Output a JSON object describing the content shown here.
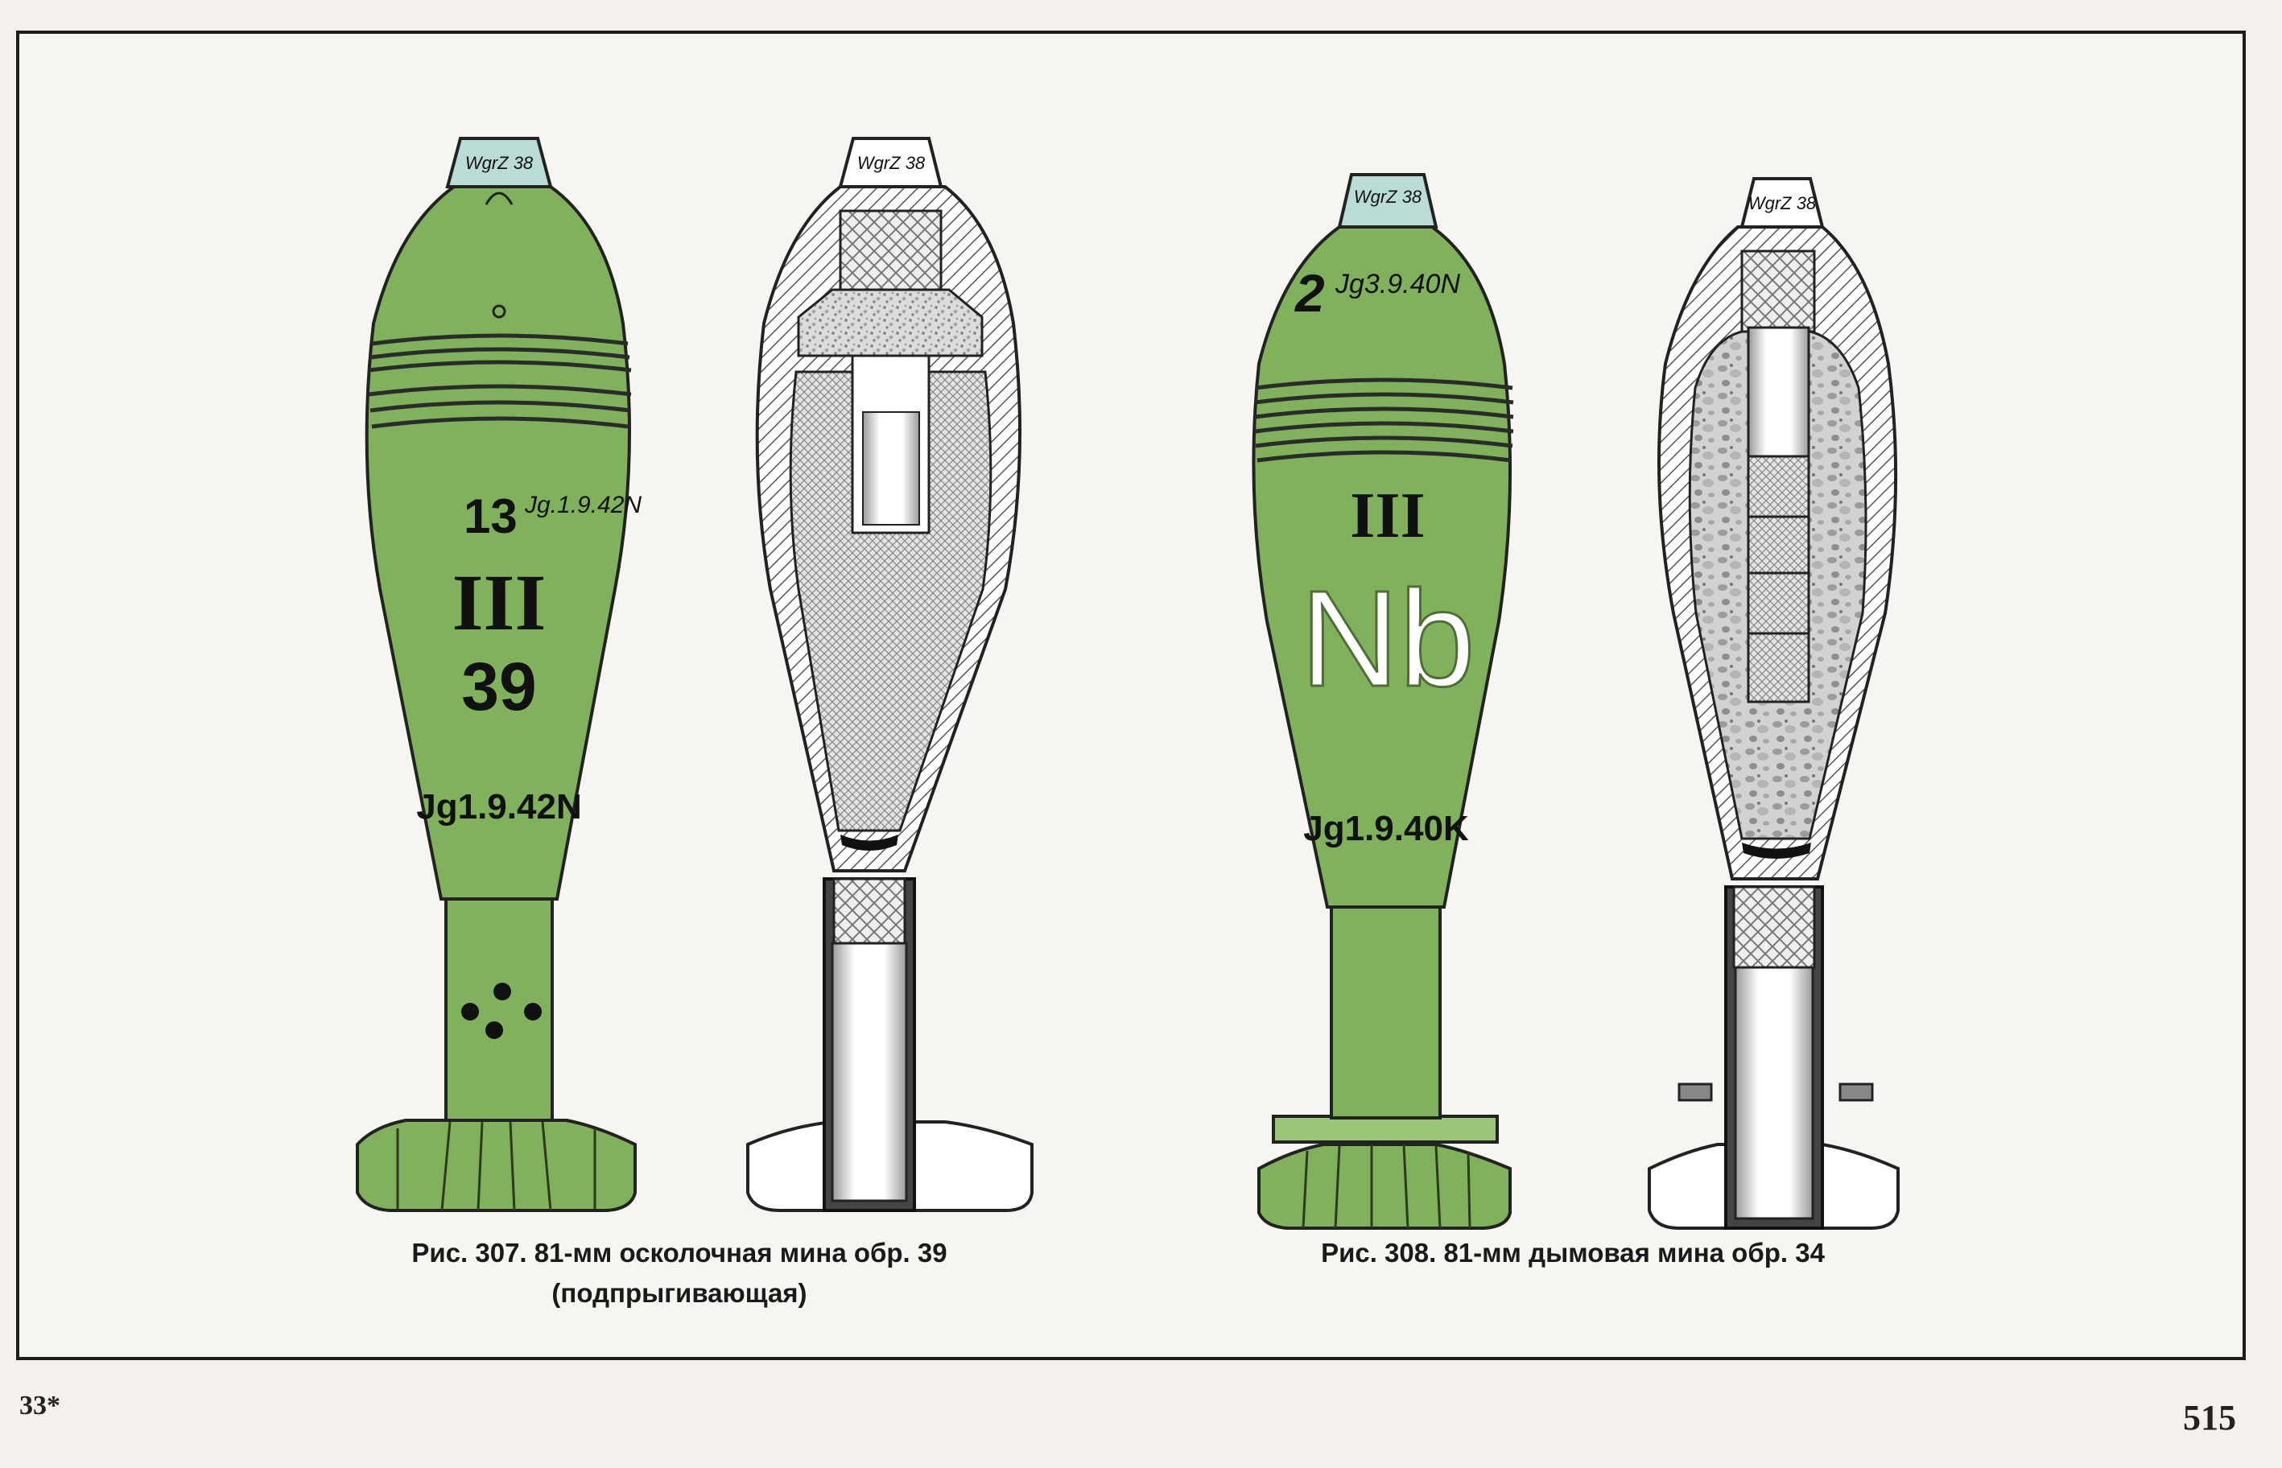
{
  "figures": [
    {
      "number_text": "Рис. 307.",
      "caption_line1": "81-мм осколочная мина обр. 39",
      "caption_line2": "(подпрыгивающая)",
      "exterior_markings": {
        "fuze": "WgrZ 38",
        "lot_number": "13",
        "lot_code": "Jg.1.9.42N",
        "roman": "III",
        "model_digits": "39",
        "lower_code": "Jg1.9.42N"
      }
    },
    {
      "number_text": "Рис. 308.",
      "caption_line1": "81-мм дымовая мина обр. 34",
      "exterior_markings": {
        "fuze": "WgrZ 38",
        "lot_number": "2",
        "lot_code": "Jg3.9.40N",
        "roman": "III",
        "type_letters": "Nb",
        "lower_code": "Jg1.9.40K"
      }
    }
  ],
  "cutaway_fuze_labels": [
    "WgrZ 38",
    "WgrZ 38"
  ],
  "page": {
    "signature_mark": "33*",
    "number": "515"
  },
  "colors": {
    "shell_green": "#7fb25a",
    "outline": "#222222",
    "paper": "#f7f5f1"
  }
}
